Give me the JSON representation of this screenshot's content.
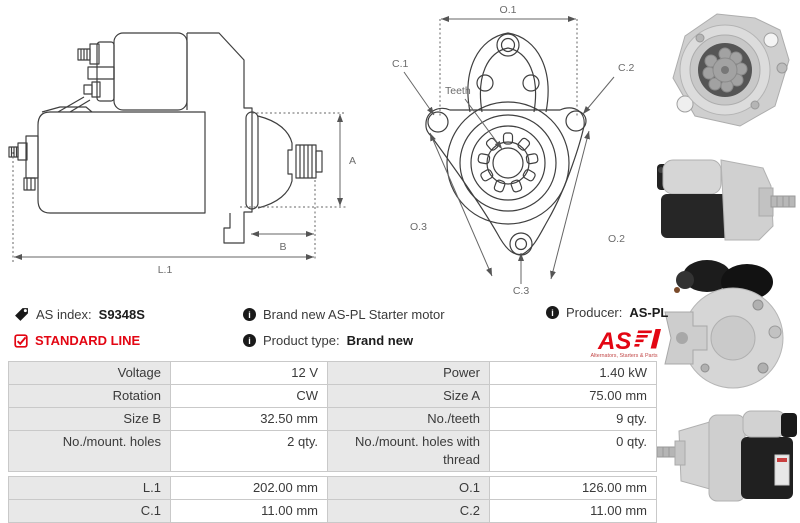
{
  "header": {
    "as_index_label": "AS index:",
    "as_index_value": "S9348S",
    "line_badge": "STANDARD LINE",
    "info_brand_new": "Brand new AS-PL Starter motor",
    "product_type_label": "Product type:",
    "product_type_value": "Brand new",
    "producer_label": "Producer:",
    "producer_value": "AS-PL"
  },
  "icons": {
    "info_glyph": "i"
  },
  "logo": {
    "as_text": "AS",
    "tagline": "Alternators, Starters & Parts",
    "color": "#e30613"
  },
  "drawings": {
    "side_view": {
      "dim_a": "A",
      "dim_b": "B",
      "dim_l1": "L.1"
    },
    "front_view": {
      "dim_o1": "O.1",
      "dim_c1": "C.1",
      "dim_c2": "C.2",
      "dim_teeth": "Teeth",
      "dim_o3": "O.3",
      "dim_o2": "O.2",
      "dim_c3": "C.3"
    }
  },
  "photos": [
    {
      "view": "front-view-photo"
    },
    {
      "view": "side-view-shaft-right-photo"
    },
    {
      "view": "rear-view-photo"
    },
    {
      "view": "side-view-shaft-left-photo"
    }
  ],
  "spec_table": {
    "rows_main": [
      {
        "l1": "Voltage",
        "v1": "12 V",
        "l2": "Power",
        "v2": "1.40 kW"
      },
      {
        "l1": "Rotation",
        "v1": "CW",
        "l2": "Size A",
        "v2": "75.00 mm"
      },
      {
        "l1": "Size B",
        "v1": "32.50 mm",
        "l2": "No./teeth",
        "v2": "9 qty."
      },
      {
        "l1": "No./mount. holes",
        "v1": "2 qty.",
        "l2": "No./mount. holes with thread",
        "v2": "0 qty."
      }
    ],
    "rows_dims": [
      {
        "l1": "L.1",
        "v1": "202.00 mm",
        "l2": "O.1",
        "v2": "126.00 mm"
      },
      {
        "l1": "C.1",
        "v1": "11.00 mm",
        "l2": "C.2",
        "v2": "11.00 mm"
      }
    ]
  },
  "colors": {
    "accent_red": "#e30613",
    "table_label_bg": "#e8e8e8",
    "table_border": "#c9c9c9",
    "drawing_line": "#3f3f3f",
    "dim_line": "#666666"
  }
}
